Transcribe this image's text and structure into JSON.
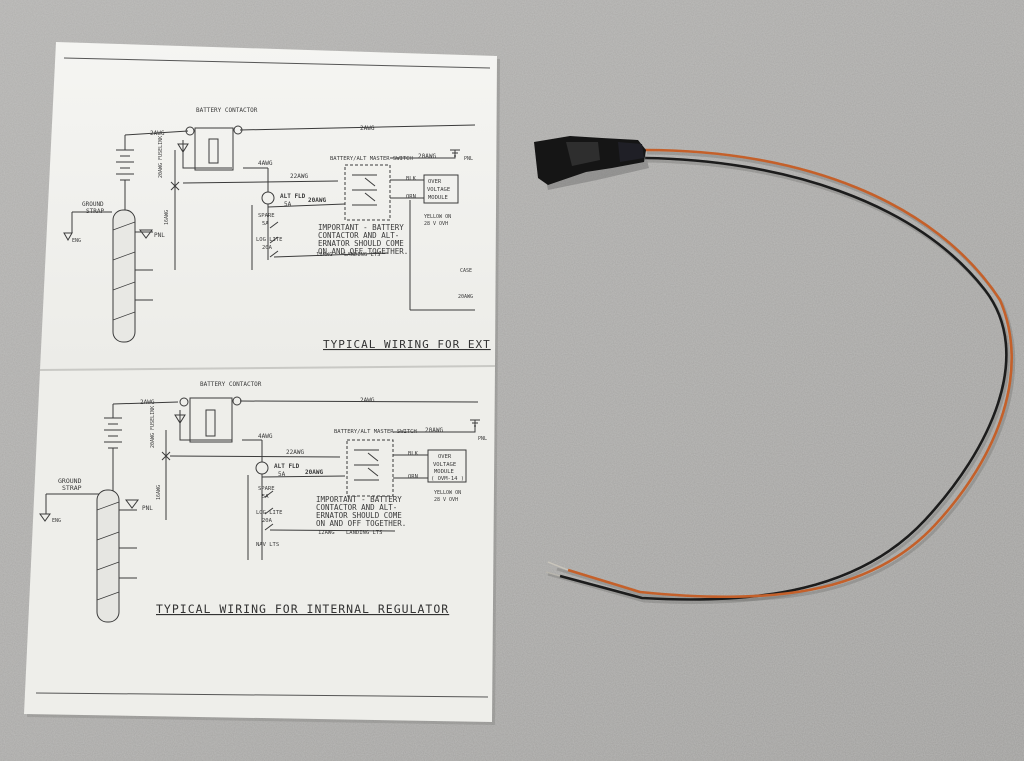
{
  "scene": {
    "colors": {
      "backdrop": "#a9a8a6",
      "paper": "#f2f2ef",
      "ink": "#333333",
      "wire_black": "#1c1c1c",
      "wire_orange": "#c4602a",
      "module": "#151515"
    },
    "top_schematic": {
      "battery_contactor": "BATTERY CONTACTOR",
      "awg_2_a": "2AWG",
      "awg_2_b": "2AWG",
      "fuselink": "20AWG FUSELINK",
      "awg_22": "22AWG",
      "awg_4": "4AWG",
      "alt_fld": "ALT FLD",
      "alt_fld_amp": "5A",
      "awg_20_a": "20AWG",
      "switch_title": "BATTERY/ALT MASTER SWITCH",
      "awg_20_b": "20AWG",
      "pnl": "PNL",
      "blk": "BLK",
      "orn": "ORN",
      "module_line1": "OVER",
      "module_line2": "VOLTAGE",
      "module_line3": "MODULE",
      "yellow_on_1": "YELLOW ON",
      "yellow_on_2": "28 V OVH",
      "ground_1": "GROUND",
      "ground_2": "STRAP",
      "eng": "ENG",
      "spare": "SPARE",
      "spare_amp": "5A",
      "log_lite": "LOG LITE",
      "log_amp": "20A",
      "awg_12": "12AWG",
      "landing_lts": "LANDING LTS",
      "awg_16": "16AWG",
      "case": "CASE",
      "awg_20_c": "20AWG",
      "note_1": "IMPORTANT - BATTERY",
      "note_2": "CONTACTOR AND ALT-",
      "note_3": "ERNATOR SHOULD COME",
      "note_4": "ON AND OFF TOGETHER.",
      "title": "TYPICAL WIRING FOR EXT"
    },
    "bottom_schematic": {
      "battery_contactor": "BATTERY CONTACTOR",
      "awg_2_a": "2AWG",
      "awg_2_b": "2AWG",
      "fuselink": "20AWG FUSELINK",
      "awg_22": "22AWG",
      "awg_4": "4AWG",
      "alt_fld": "ALT FLD",
      "alt_fld_amp": "5A",
      "awg_20_a": "20AWG",
      "switch_title": "BATTERY/ALT MASTER SWITCH",
      "awg_20_b": "20AWG",
      "pnl": "PNL",
      "blk": "BLK",
      "orn": "ORN",
      "module_line1": "OVER",
      "module_line2": "VOLTAGE",
      "module_line3": "MODULE",
      "module_line4": "( OVM-14 )",
      "yellow_on_1": "YELLOW ON",
      "yellow_on_2": "28 V OVH",
      "ground_1": "GROUND",
      "ground_2": "STRAP",
      "eng": "ENG",
      "spare": "SPARE",
      "spare_amp": "5A",
      "log_lite": "LOG LITE",
      "log_amp": "20A",
      "awg_12": "12AWG",
      "landing_lts": "LANDING LTS",
      "nav_lts": "NAV LTS",
      "awg_16": "16AWG",
      "note_1": "IMPORTANT - BATTERY",
      "note_2": "CONTACTOR AND ALT-",
      "note_3": "ERNATOR SHOULD COME",
      "note_4": "ON AND OFF TOGETHER.",
      "title": "TYPICAL WIRING FOR INTERNAL REGULATOR"
    }
  }
}
